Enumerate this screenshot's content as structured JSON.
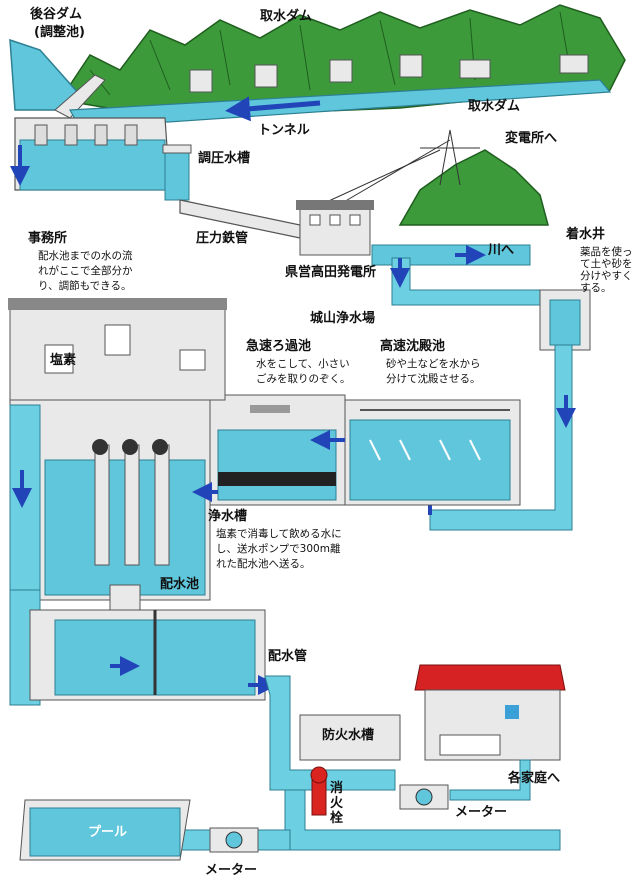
{
  "colors": {
    "water": "#5fc6dc",
    "water_dark": "#2d7f92",
    "pipe": "#6ccfe2",
    "arrow": "#2145b8",
    "mountain": "#3d9a3a",
    "mountain_dark": "#1f5e1f",
    "concrete": "#e9e9e9",
    "roof": "#d62222",
    "hydrant": "#d9241f"
  },
  "labels": {
    "ushiro_dam": "後谷ダム",
    "ushiro_dam_sub": "(調整池)",
    "intake_dam_top": "取水ダム",
    "intake_dam_right": "取水ダム",
    "tunnel": "トンネル",
    "substation": "変電所へ",
    "surge_tank": "調圧水槽",
    "penstock": "圧力鉄管",
    "power_station": "県営高田発電所",
    "river": "川へ",
    "receiving_well": "着水井",
    "receiving_well_desc": "薬品を使って土や砂を分けやすくする。",
    "office": "事務所",
    "office_desc_1": "配水池までの水の流",
    "office_desc_2": "れがここで全部分か",
    "office_desc_3": "り、調節もできる。",
    "plant": "城山浄水場",
    "rapid_filter": "急速ろ過池",
    "rapid_filter_desc_1": "水をこして、小さい",
    "rapid_filter_desc_2": "ごみを取りのぞく。",
    "sedimentation": "高速沈殿池",
    "sedimentation_desc_1": "砂や土などを水から",
    "sedimentation_desc_2": "分けて沈殿させる。",
    "chlorine": "塩素",
    "clear_well": "浄水槽",
    "clear_well_desc_1": "塩素で消毒して飲める水に",
    "clear_well_desc_2": "し、送水ポンプで300m離",
    "clear_well_desc_3": "れた配水池へ送る。",
    "distribution_reservoir": "配水池",
    "distribution_pipe": "配水管",
    "fire_tank": "防火水槽",
    "hydrant": "消火栓",
    "homes": "各家庭へ",
    "meter_right": "メーター",
    "pool": "プール",
    "meter_bottom": "メーター"
  }
}
